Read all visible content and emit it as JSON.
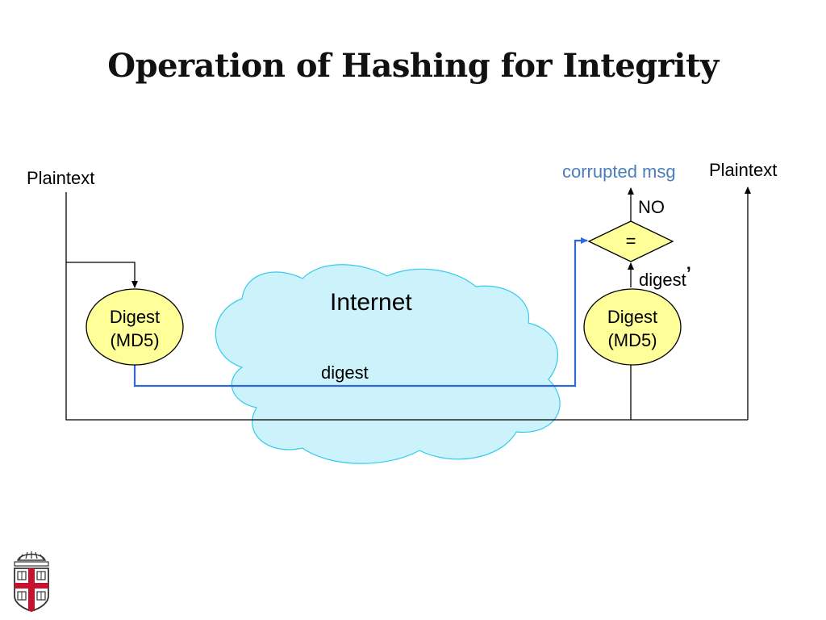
{
  "slide": {
    "title": "Operation of Hashing for Integrity"
  },
  "diagram": {
    "left_plaintext": "Plaintext",
    "right_plaintext": "Plaintext",
    "corrupted_msg": "corrupted msg",
    "no_label": "NO",
    "compare_symbol": "=",
    "digest_prime_label": "digest",
    "digest_prime_mark": "’",
    "digest_path_label": "digest",
    "cloud_label": "Internet",
    "left_node": {
      "line1": "Digest",
      "line2": "(MD5)"
    },
    "right_node": {
      "line1": "Digest",
      "line2": "(MD5)"
    }
  },
  "colors": {
    "cloud_fill": "#ccf2fb",
    "cloud_stroke": "#33ccee",
    "node_fill": "#ffff99",
    "digest_path": "#3366dd",
    "label_blue": "#4a7ebb"
  },
  "logo": {
    "icon": "university-shield-icon"
  }
}
